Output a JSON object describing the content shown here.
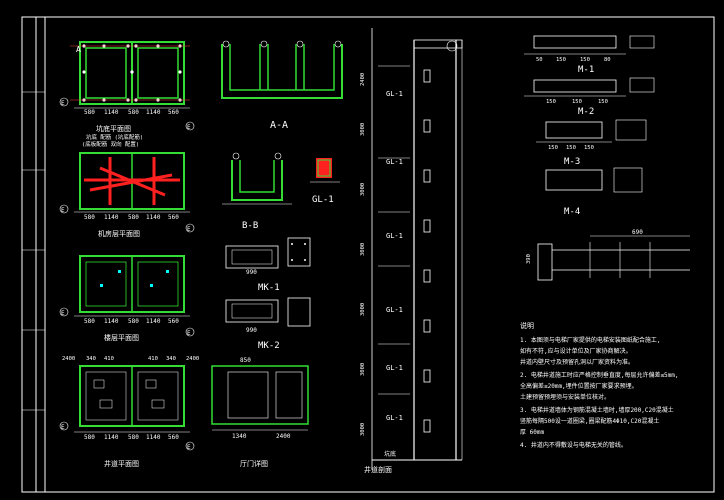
{
  "colors": {
    "background": "#000000",
    "frame": "#ffffff",
    "wall": "#33dd33",
    "rebar_red": "#ff2020",
    "dim_red": "#ff4040",
    "cyan": "#00ffff",
    "label": "#ffffff"
  },
  "plan_titles": {
    "pit_plan": "坑底平面图",
    "pit_sub1": "坑底 配筋 (坑底配筋)",
    "pit_sub2": "(底板配筋 双向 配置)",
    "pit_floor_plan": "机房层平面图",
    "floor_plan": "楼层平面图",
    "shaft_plan": "井道平面图",
    "door_section": "厅门详图"
  },
  "section_labels": {
    "aa": "A-A",
    "bb": "B-B",
    "mk1": "MK-1",
    "mk2": "MK-2",
    "gl1_small": "GL-1",
    "elevation": "井道剖面",
    "m1": "M-1",
    "m2": "M-2",
    "m3": "M-3",
    "m4": "M-4"
  },
  "axis_markers": {
    "a": "A",
    "b": "B",
    "c": "C",
    "d": "D",
    "e": "E"
  },
  "dims": {
    "plan_row": [
      "580",
      "1140",
      "580",
      "1140",
      "560"
    ],
    "shaft_top": [
      "2400",
      "340",
      "410",
      "410",
      "340",
      "2400"
    ],
    "mk1_w": "990",
    "mk2_w": "990",
    "door_w": "850",
    "door_bottom": [
      "1340",
      "2400"
    ],
    "m1": [
      "50",
      "150",
      "150",
      "80"
    ],
    "m2": [
      "150",
      "150",
      "150"
    ],
    "m3": [
      "150",
      "150",
      "150"
    ],
    "detail_top": "690",
    "detail_side": "390"
  },
  "elevation": {
    "gl_labels": [
      "GL-1",
      "GL-1",
      "GL-1",
      "GL-1",
      "GL-1",
      "GL-1"
    ],
    "level_labels": [
      "2400",
      "3000",
      "3000",
      "3000",
      "3000",
      "3000",
      "3000"
    ],
    "bottom_label": "坑底"
  },
  "notes": {
    "heading": "说明",
    "items": [
      "1. 本图须与电梯厂家提供的电梯安装图纸配合施工,",
      "   如有不符,应与设计单位及厂家协商解决。",
      "   井道内壁尺寸及预留孔洞以厂家资料为准。",
      "2. 电梯井道施工时应严格控制垂直度,每层允许偏差≤5mm,",
      "   全高偏差≤20mm,埋件位置按厂家要求预埋。",
      "   土建预留预埋须与安装单位核对。",
      "3. 电梯井道墙体为钢筋混凝土墙时,墙厚200,C20混凝土",
      "   竖筋每隔500设一道圈梁,圈梁配筋4Φ10,C20混凝土",
      "   厚 60mm",
      "4. 井道内不得敷设与电梯无关的管线。"
    ]
  }
}
